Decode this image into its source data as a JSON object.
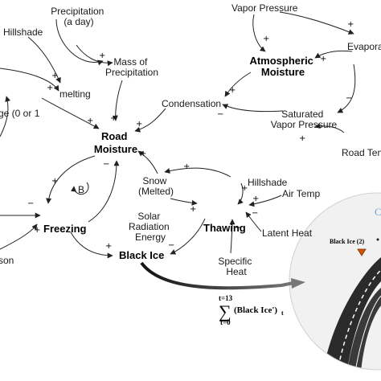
{
  "nodes": {
    "precipitation": [
      "Precipitation",
      "(a day)"
    ],
    "mass_of_precipitation": [
      "Mass of",
      "Precipitation"
    ],
    "hillshade_top": "Hillshade",
    "melting": "melting",
    "edge_left": "ge (0 or 1",
    "road_moisture": [
      "Road",
      "Moisture"
    ],
    "snow_melted": [
      "Snow",
      "(Melted)"
    ],
    "loop_b": "B",
    "freezing": "Freezing",
    "black_ice": "Black Ice",
    "solar_radiation_energy": [
      "Solar",
      "Radiation",
      "Energy"
    ],
    "thawing": "Thawing",
    "hillshade_mid": "Hillshade",
    "air_temp": "Air Temp",
    "latent_heat": "Latent Heat",
    "specific_heat": [
      "Specific",
      "Heat"
    ],
    "vapor_pressure": "Vapor Pressure",
    "evapora": "Evapora",
    "atmospheric_moisture": [
      "Atmospheric",
      "Moisture"
    ],
    "condensation": "Condensation",
    "saturated_vapor_pressure": [
      "Saturated",
      "Vapor Pressure"
    ],
    "road_temp": "Road Tem",
    "bottom_left_partial": "son"
  },
  "formula": {
    "upper": "t=13",
    "lower": "t=0",
    "sigma": "∑",
    "expression": "(Black Ice')",
    "subscript": "t"
  },
  "inset": {
    "label": "Black Ice (2)",
    "edge_text": "C"
  }
}
